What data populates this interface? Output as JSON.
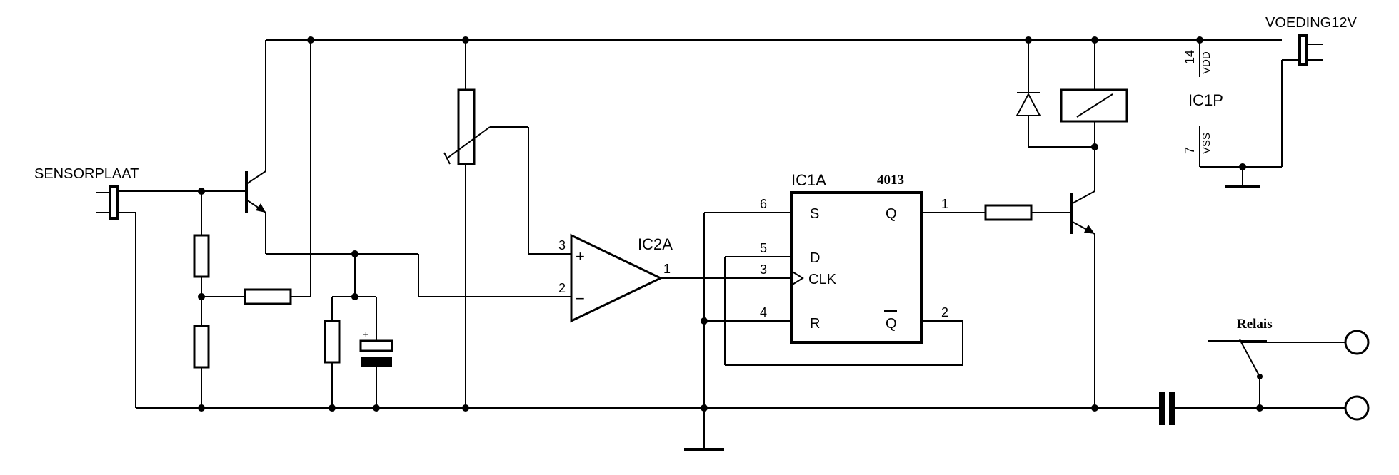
{
  "labels": {
    "sensor": "SENSORPLAAT",
    "supply": "VOEDING12V",
    "opamp": "IC2A",
    "flipflop": "IC1A",
    "chip": "4013",
    "power_unit": "IC1P",
    "relay": "Relais"
  },
  "pins": {
    "opamp_plus": "3",
    "opamp_minus": "2",
    "opamp_out": "1",
    "ff_s": "6",
    "ff_d": "5",
    "ff_clk": "3",
    "ff_r": "4",
    "ff_q": "1",
    "ff_qbar": "2",
    "vdd": "14",
    "vss": "7"
  },
  "pin_names": {
    "s": "S",
    "d": "D",
    "clk": "CLK",
    "r": "R",
    "q": "Q",
    "qbar": "Q",
    "vdd": "VDD",
    "vss": "VSS"
  },
  "symbols": {
    "plus": "+",
    "minus": "−",
    "cap_plus": "+"
  }
}
